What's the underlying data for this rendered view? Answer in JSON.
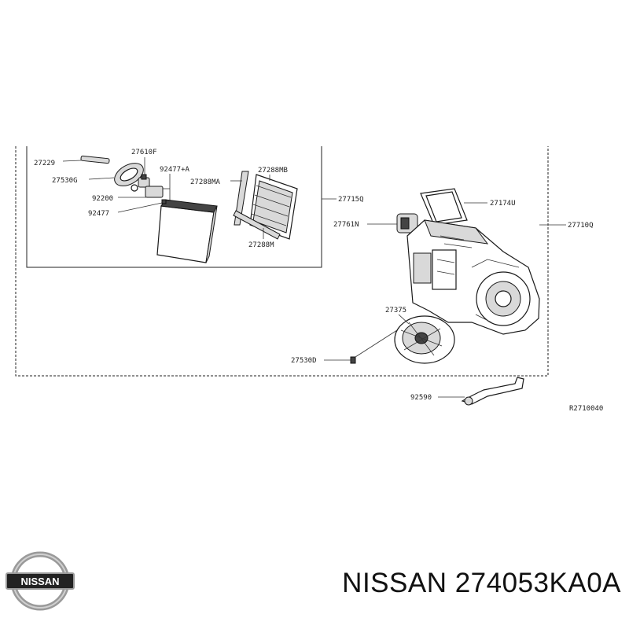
{
  "diagram": {
    "labels": {
      "l27229": "27229",
      "l27610F": "27610F",
      "l27530G": "27530G",
      "l92477A": "92477+A",
      "l92200": "92200",
      "l92477": "92477",
      "l27288MA": "27288MA",
      "l27288MB": "27288MB",
      "l27288M": "27288M",
      "l27715Q": "27715Q",
      "l27174U": "27174U",
      "l27761N": "27761N",
      "l27710Q": "27710Q",
      "l27375": "27375",
      "l27530D": "27530D",
      "l92590": "92590",
      "ref": "R2710040"
    }
  },
  "brand": {
    "logo_text": "NISSAN",
    "caption": "NISSAN 274053KA0A"
  },
  "colors": {
    "line": "#333333",
    "logo_chrome": "#9a9a9a",
    "logo_band": "#222222"
  }
}
